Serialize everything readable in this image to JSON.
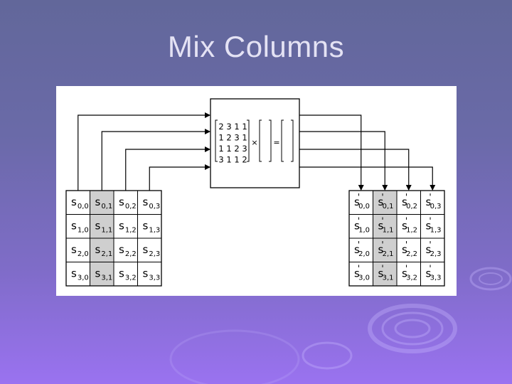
{
  "slide": {
    "title": "Mix Columns",
    "background_top": "#62679a",
    "background_bottom": "#9a72f0"
  },
  "matrix": {
    "rows": [
      [
        "2",
        "3",
        "1",
        "1"
      ],
      [
        "1",
        "2",
        "3",
        "1"
      ],
      [
        "1",
        "1",
        "2",
        "3"
      ],
      [
        "3",
        "1",
        "1",
        "2"
      ]
    ],
    "times_symbol": "×",
    "equals_symbol": "="
  },
  "state_in": {
    "symbol": "s",
    "cells": [
      [
        "0,0",
        "0,1",
        "0,2",
        "0,3"
      ],
      [
        "1,0",
        "1,1",
        "1,2",
        "1,3"
      ],
      [
        "2,0",
        "2,1",
        "2,2",
        "2,3"
      ],
      [
        "3,0",
        "3,1",
        "3,2",
        "3,3"
      ]
    ]
  },
  "state_out": {
    "symbol": "s",
    "prime": "'",
    "cells": [
      [
        "0,0",
        "0,1",
        "0,2",
        "0,3"
      ],
      [
        "1,0",
        "1,1",
        "1,2",
        "1,3"
      ],
      [
        "2,0",
        "2,1",
        "2,2",
        "2,3"
      ],
      [
        "3,0",
        "3,1",
        "3,2",
        "3,3"
      ]
    ]
  },
  "highlighted_column": 1,
  "colors": {
    "highlight_fill": "#cfcfcf",
    "line": "#000000"
  }
}
